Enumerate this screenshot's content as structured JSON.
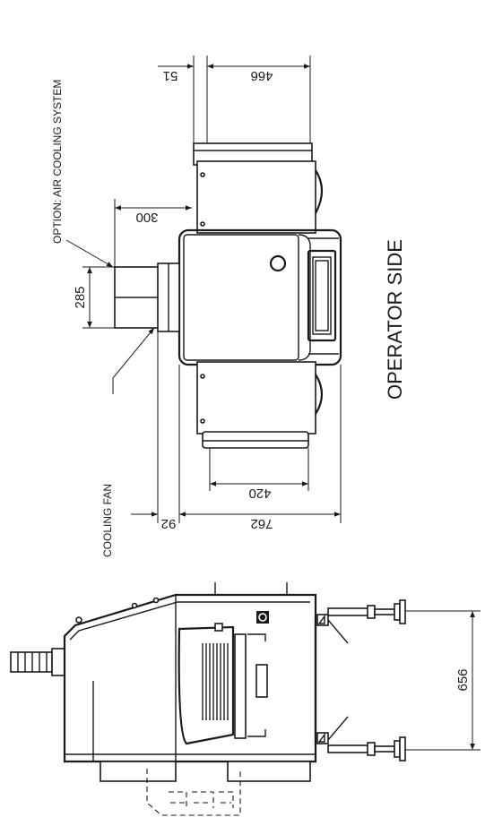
{
  "labels": {
    "air_cooling_option": "OPTION: AIR COOLING SYSTEM",
    "cooling_fan": "COOLING FAN",
    "operator_side": "OPERATOR SIDE"
  },
  "dimensions": {
    "d51": "51",
    "d466": "466",
    "d300": "300",
    "d285": "285",
    "d420": "420",
    "d92": "92",
    "d762": "762",
    "d656": "656"
  }
}
